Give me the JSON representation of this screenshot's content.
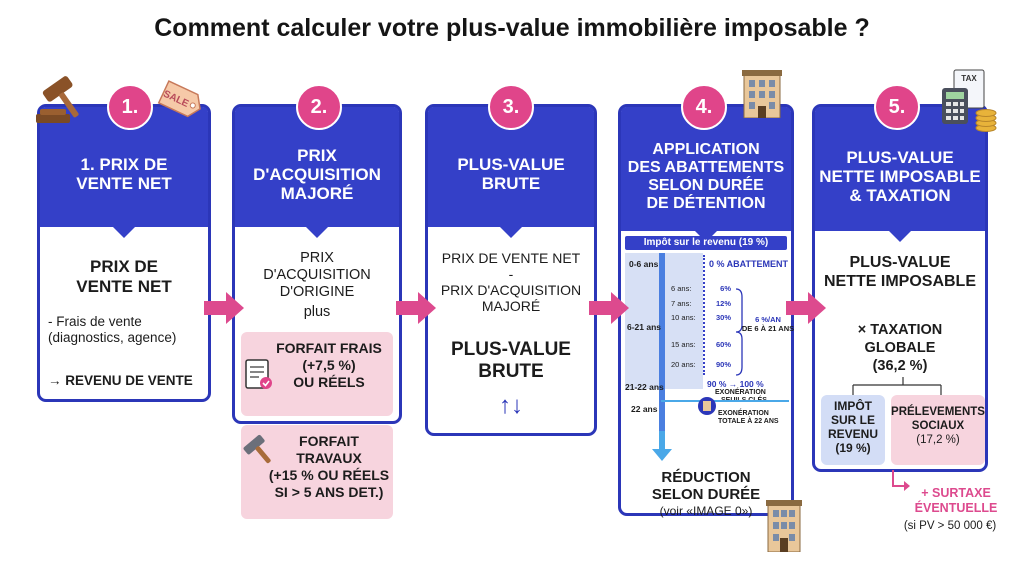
{
  "title": "Comment calculer votre plus-value immobilière imposable ?",
  "steps": [
    {
      "number": "1.",
      "header": [
        "1. PRIX DE",
        "VENTE NET"
      ],
      "main": [
        "PRIX DE",
        "VENTE NET"
      ],
      "detail": [
        "- Frais de vente",
        "(diagnostics, agence)"
      ],
      "result": "→ REVENU DE VENTE"
    },
    {
      "number": "2.",
      "header": [
        "PRIX",
        "D'ACQUISITION",
        "MAJORÉ"
      ],
      "main": [
        "PRIX",
        "D'ACQUISITION",
        "D'ORIGINE"
      ],
      "plus": "plus",
      "box1": [
        "FORFAIT FRAIS",
        "(+7,5 %)",
        "OU RÉELS"
      ],
      "box2": [
        "FORFAIT",
        "TRAVAUX",
        "(+15 % OU RÉELS",
        "SI > 5 ANS DET.)"
      ]
    },
    {
      "number": "3.",
      "header": [
        "PLUS-VALUE",
        "BRUTE"
      ],
      "formula": [
        "PRIX DE VENTE NET",
        "-",
        "PRIX D'ACQUISITION",
        "MAJORÉ"
      ],
      "result": [
        "PLUS-VALUE",
        "BRUTE"
      ],
      "arrows": "↑↓"
    },
    {
      "number": "4.",
      "header": [
        "APPLICATION",
        "DES ABATTEMENTS",
        "SELON DURÉE",
        "DE DÉTENTION"
      ],
      "tax_bar": "Impôt sur le revenu (19 %)",
      "rows": [
        {
          "period": "0-6 ans",
          "value": "0 % ABATTEMENT"
        },
        {
          "period": "6-21 ans"
        },
        {
          "period": "21-22 ans",
          "value": "90 % → 100 %",
          "sub": "EXONÉRATION"
        },
        {
          "period": "22 ans",
          "value": "EXONÉRATION",
          "sub": "TOTALE À 22 ANS"
        }
      ],
      "ticks": [
        {
          "year": "6 ans:",
          "pct": "6%"
        },
        {
          "year": "7 ans:",
          "pct": "12%"
        },
        {
          "year": "10 ans:",
          "pct": "30%"
        },
        {
          "year": "15 ans:",
          "pct": "60%"
        },
        {
          "year": "20 ans:",
          "pct": "90%"
        }
      ],
      "rate_note": [
        "6 %/AN",
        "DE 6 À 21 ANS"
      ],
      "seuils": "SEUILS CLÉS",
      "footer": [
        "RÉDUCTION",
        "SELON DURÉE"
      ],
      "footer_note": "(voir «IMAGE 0»)"
    },
    {
      "number": "5.",
      "header": [
        "PLUS-VALUE",
        "NETTE IMPOSABLE",
        "& TAXATION"
      ],
      "main": [
        "PLUS-VALUE",
        "NETTE IMPOSABLE"
      ],
      "taxation": [
        "× TAXATION",
        "GLOBALE",
        "(36,2 %)"
      ],
      "box_ir": [
        "IMPÔT",
        "SUR LE",
        "REVENU",
        "(19 %)"
      ],
      "box_ps": [
        "PRÉLEVEMENTS",
        "SOCIAUX",
        "(17,2 %)"
      ],
      "surtaxe": [
        "+ SURTAXE",
        "ÉVENTUELLE"
      ],
      "surtaxe_note": "(si PV > 50 000 €)"
    }
  ],
  "icon_labels": {
    "sale_tag": "SALE",
    "tax_doc": "TAX"
  },
  "colors": {
    "header_blue": "#3440c8",
    "border_blue": "#2b36b8",
    "badge_pink": "#e0458a",
    "arrow_pink": "#dd4a8e",
    "light_pink": "#f7d4de",
    "light_blue": "#d3ddf6"
  }
}
